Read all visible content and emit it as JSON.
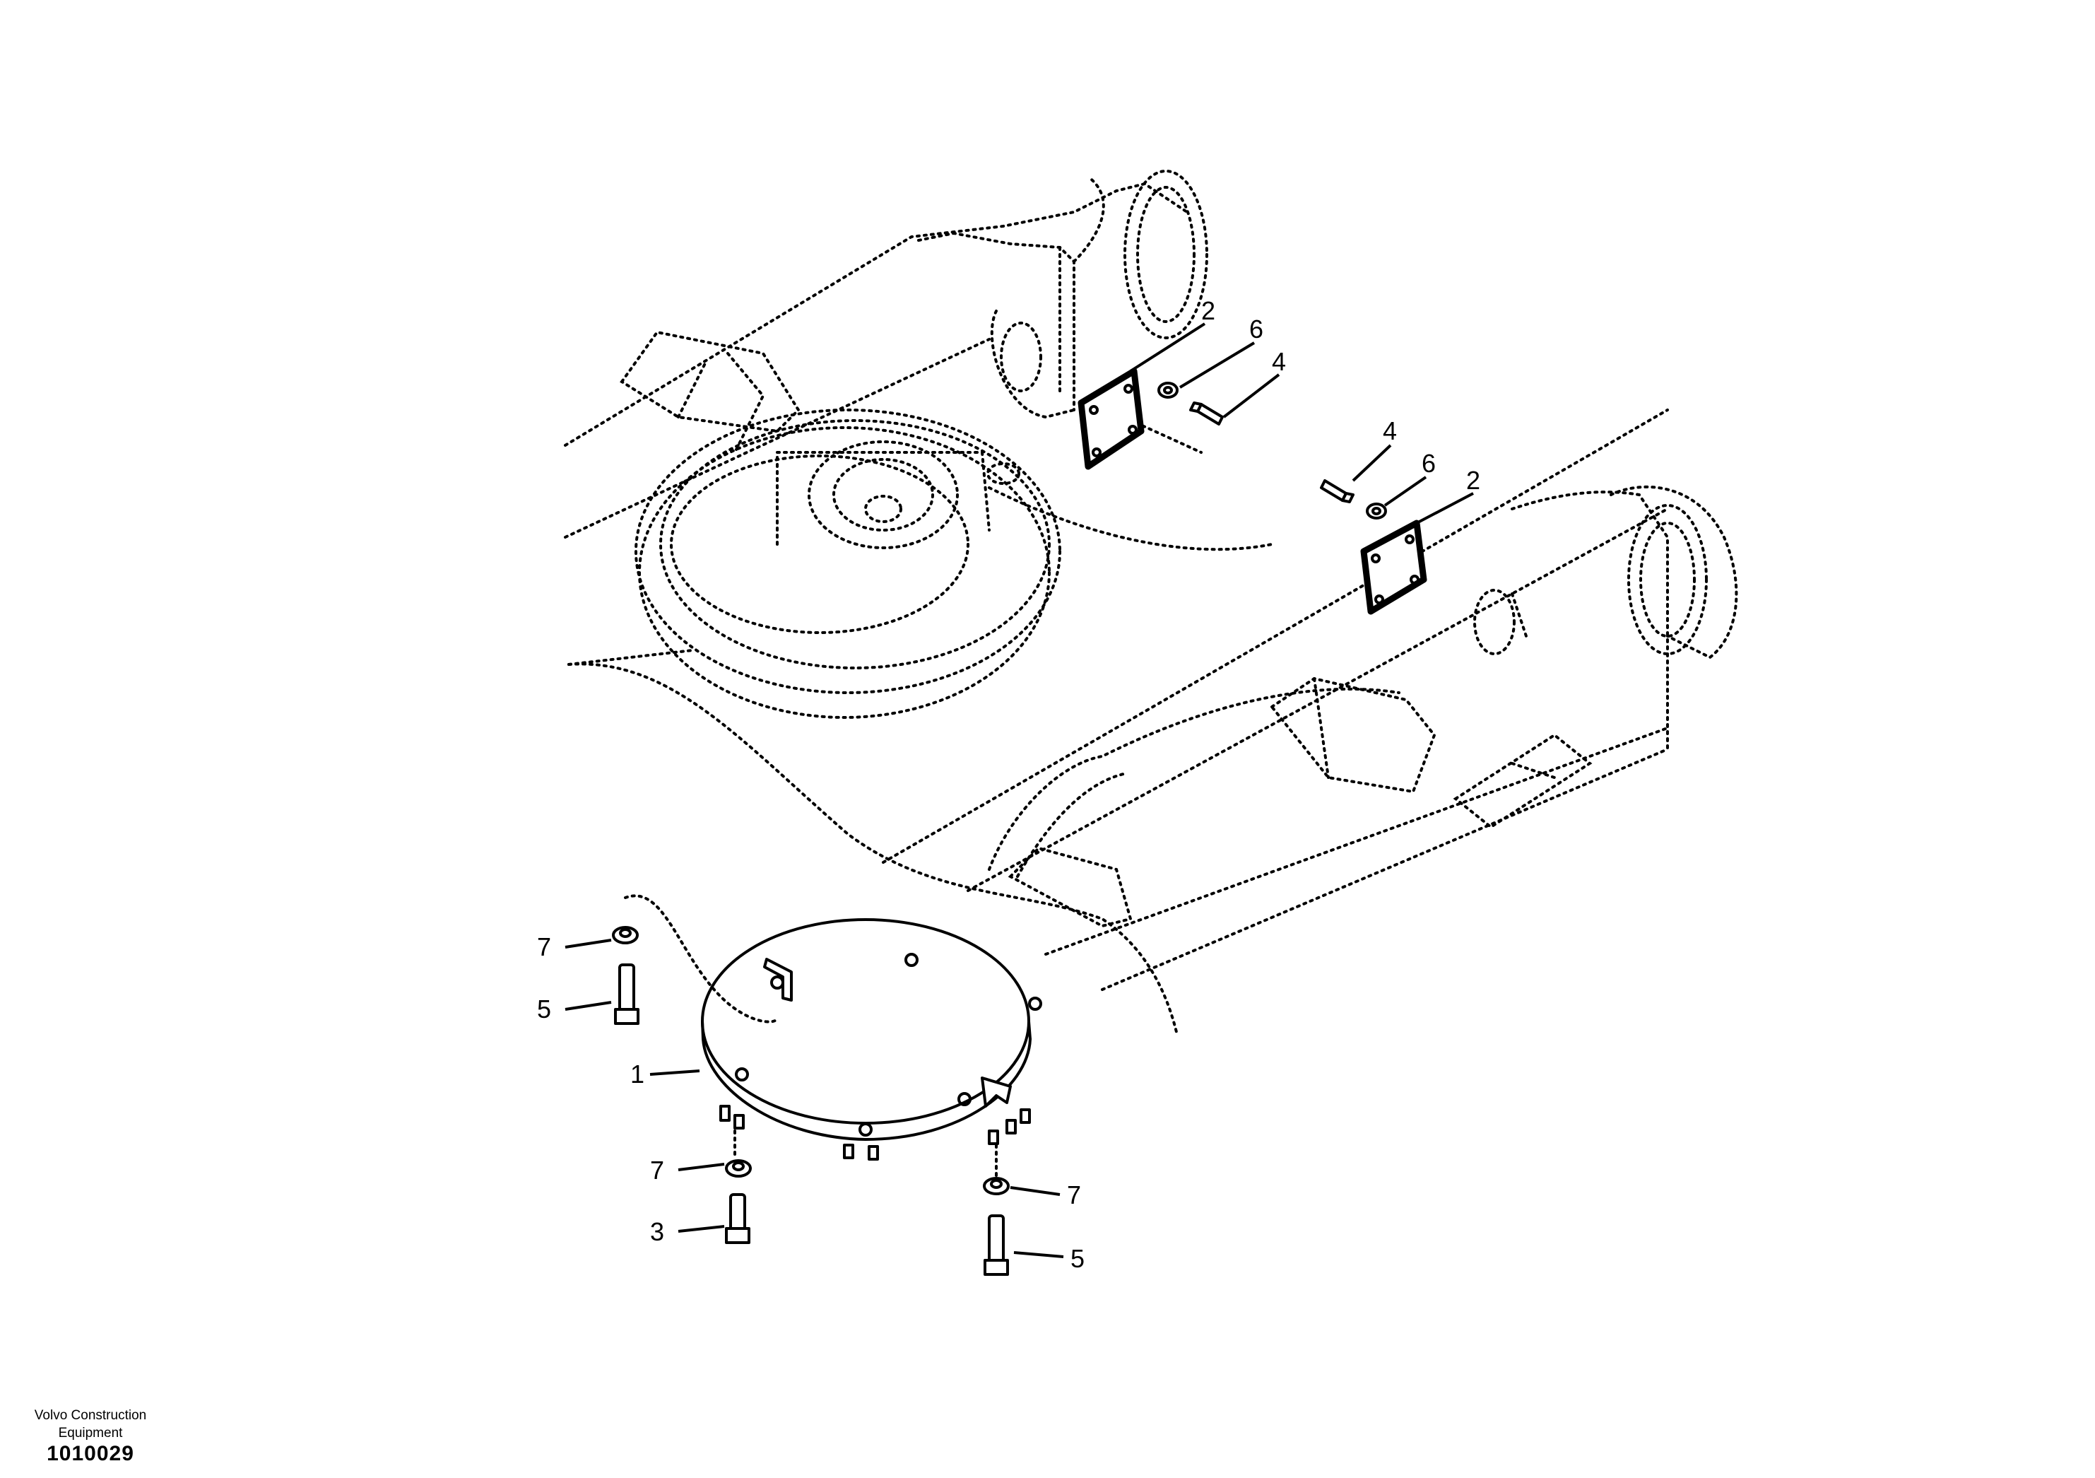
{
  "footer": {
    "brand_line1": "Volvo Construction",
    "brand_line2": "Equipment",
    "drawing_number": "1010029"
  },
  "callouts": {
    "c1": "1",
    "c2a": "2",
    "c2b": "2",
    "c3": "3",
    "c4a": "4",
    "c4b": "4",
    "c5a": "5",
    "c5b": "5",
    "c6a": "6",
    "c6b": "6",
    "c7a": "7",
    "c7b": "7",
    "c7c": "7"
  }
}
